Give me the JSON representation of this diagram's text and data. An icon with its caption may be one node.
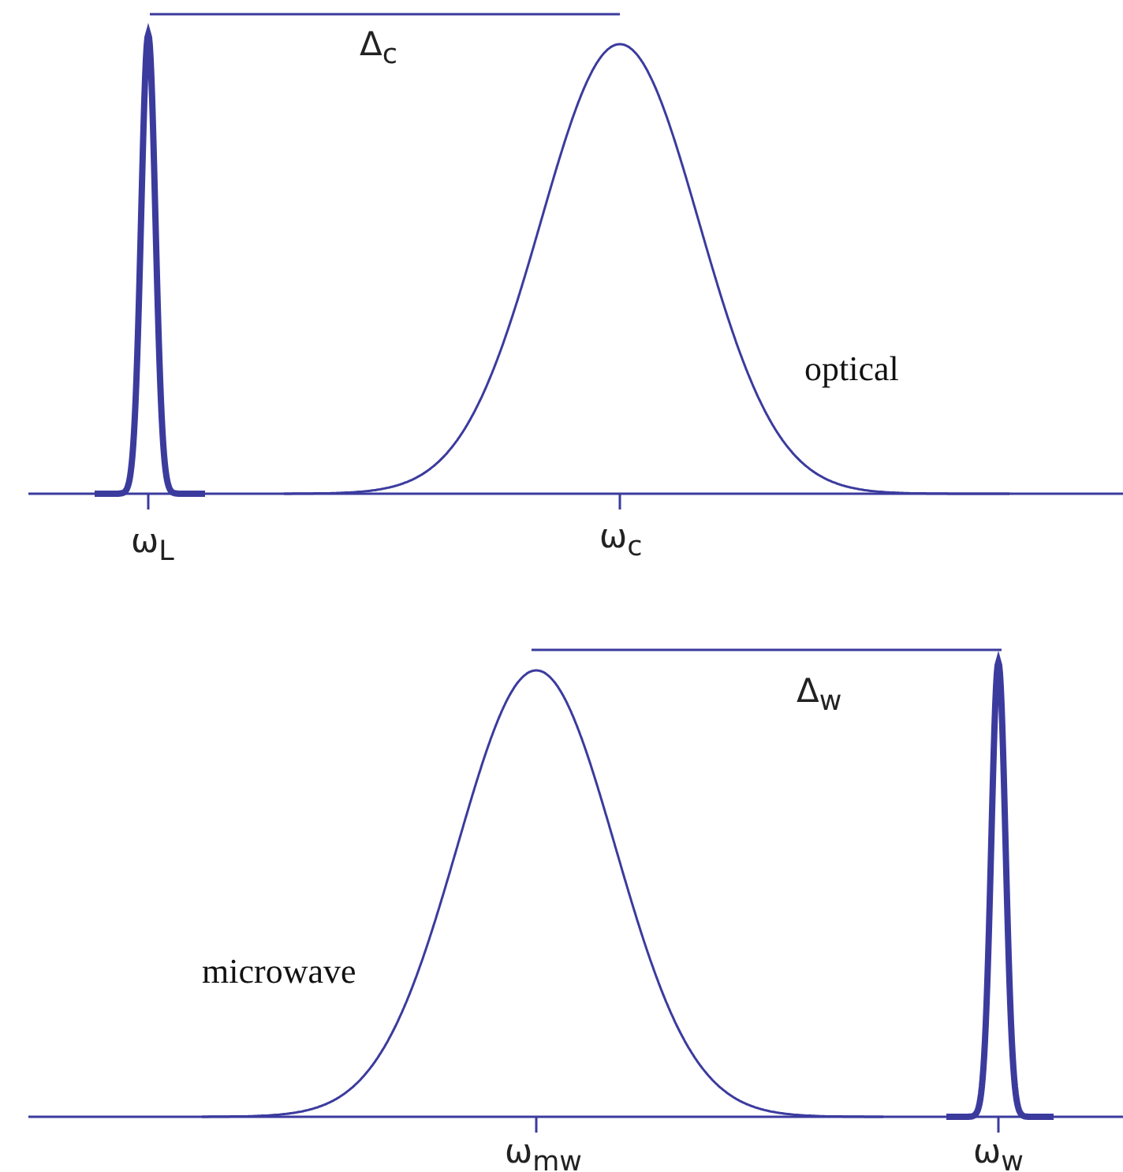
{
  "diagram": {
    "labels": [
      "Δ$_{c}$",
      "optical",
      "ω$_{L}$",
      "ω$_{c}$",
      "Δ$_{w}$",
      "microwave",
      "ω$_{mw}$",
      "ω$_{w}$"
    ]
  }
}
